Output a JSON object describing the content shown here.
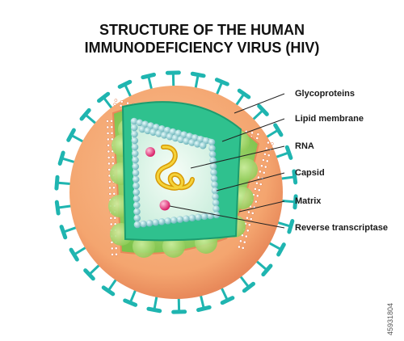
{
  "title": {
    "line1": "STRUCTURE OF THE HUMAN",
    "line2": "IMMUNODEFICIENCY VIRUS (HIV)"
  },
  "labels": [
    "Glycoproteins",
    "Lipid membrane",
    "RNA",
    "Capsid",
    "Matrix",
    "Reverse transcriptase"
  ],
  "watermark": "45931804",
  "colors": {
    "envelope": "#f4a56f",
    "envelope_edge": "#e8895a",
    "glycoprotein": "#1fb5b0",
    "inner_sphere": "#9bd35a",
    "capsid_fill": "#2fc18e",
    "capsid_core": "#e9f7ec",
    "bead": "#a9d8dc",
    "rna": "#f2c21a",
    "enzyme": "#e8337a"
  }
}
